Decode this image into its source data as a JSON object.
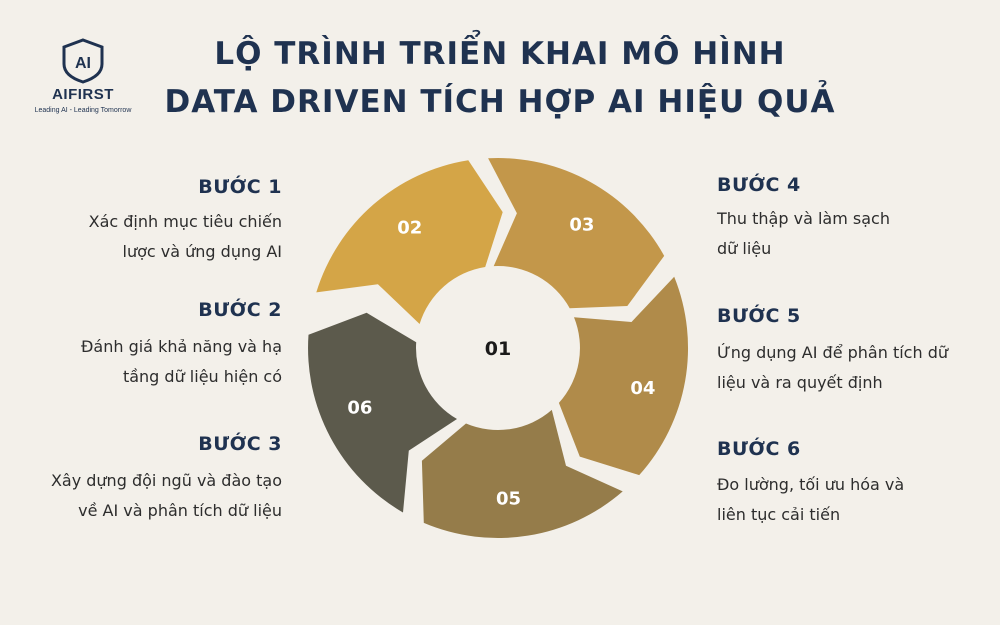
{
  "logo": {
    "monogram": "AI",
    "name": "AIFIRST",
    "tagline": "Leading AI - Leading Tomorrow"
  },
  "title": {
    "line1": "LỘ TRÌNH TRIỂN KHAI MÔ HÌNH",
    "line2": "DATA DRIVEN TÍCH HỢP AI HIỆU QUẢ"
  },
  "steps": [
    {
      "heading": "BƯỚC 1",
      "lines": [
        "Xác định mục tiêu chiến",
        "lược và ứng dụng AI"
      ]
    },
    {
      "heading": "BƯỚC 2",
      "lines": [
        "Đánh giá khả năng và hạ",
        "tầng dữ liệu hiện có"
      ]
    },
    {
      "heading": "BƯỚC 3",
      "lines": [
        "Xây dựng đội ngũ và đào tạo",
        "về AI và phân tích dữ liệu"
      ]
    },
    {
      "heading": "BƯỚC 4",
      "lines": [
        "Thu thập và làm sạch",
        "dữ liệu"
      ]
    },
    {
      "heading": "BƯỚC 5",
      "lines": [
        "Ứng dụng AI để phân tích dữ",
        "liệu và ra quyết định"
      ]
    },
    {
      "heading": "BƯỚC 6",
      "lines": [
        "Đo lường, tối ưu hóa và",
        "liên tục cải tiến"
      ]
    }
  ],
  "wheel": {
    "center": "01",
    "segments": [
      {
        "label": "02",
        "color": "#d4a547"
      },
      {
        "label": "03",
        "color": "#c3974a"
      },
      {
        "label": "04",
        "color": "#b08b4a"
      },
      {
        "label": "05",
        "color": "#957c4a"
      },
      {
        "label": "06",
        "color": "#5c5a4c"
      }
    ]
  }
}
